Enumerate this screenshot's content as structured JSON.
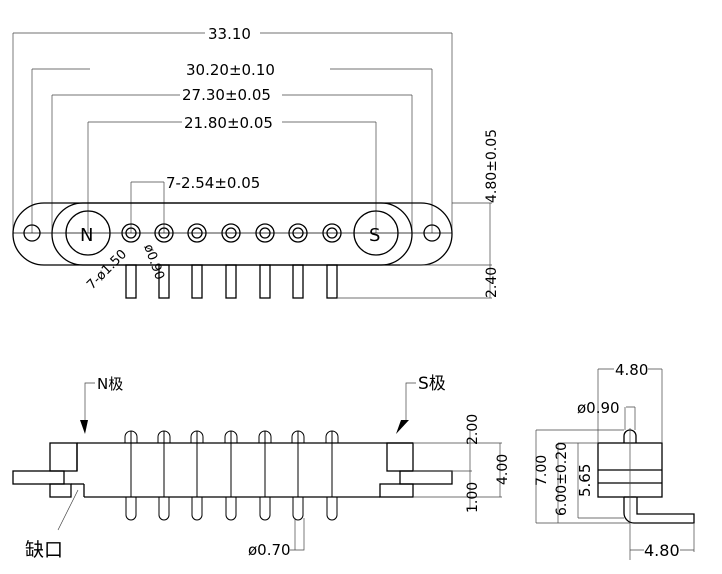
{
  "top_view": {
    "dim_overall": "33.10",
    "dim_mount_holes": "30.20±0.10",
    "dim_inner_body": "27.30±0.05",
    "dim_magnets": "21.80±0.05",
    "dim_pitch": "7-2.54±0.05",
    "dim_height": "4.80±0.05",
    "dim_pin_offset": "2.40",
    "dim_pad_dia": "7-ø1.50",
    "dim_hole_dia": "ø0.90",
    "n_label": "N",
    "s_label": "S"
  },
  "front_view": {
    "n_pole_label": "N极",
    "s_pole_label": "S极",
    "notch_label": "缺口",
    "dim_pin_dia": "ø0.70",
    "dim_top": "2.00",
    "dim_body": "4.00",
    "dim_bottom": "1.00"
  },
  "side_view": {
    "dim_width": "4.80",
    "dim_pin_dia": "ø0.90",
    "dim_total": "7.00",
    "dim_body_height": "6.00±0.20",
    "dim_inner": "5.65",
    "dim_tail": "4.80"
  }
}
